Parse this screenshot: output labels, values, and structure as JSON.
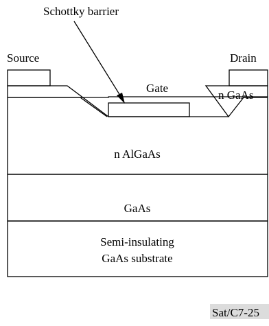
{
  "labels": {
    "schottky": "Schottky barrier",
    "source": "Source",
    "drain": "Drain",
    "gate": "Gate",
    "n_gaas": "n GaAs",
    "n_algaas": "n AlGaAs",
    "gaas": "GaAs",
    "substrate_line1": "Semi-insulating",
    "substrate_line2": "GaAs substrate"
  },
  "reference": "Sat/C7-25",
  "colors": {
    "stroke": "#000000",
    "background": "#ffffff",
    "reference_bg": "#dcdcdc"
  }
}
